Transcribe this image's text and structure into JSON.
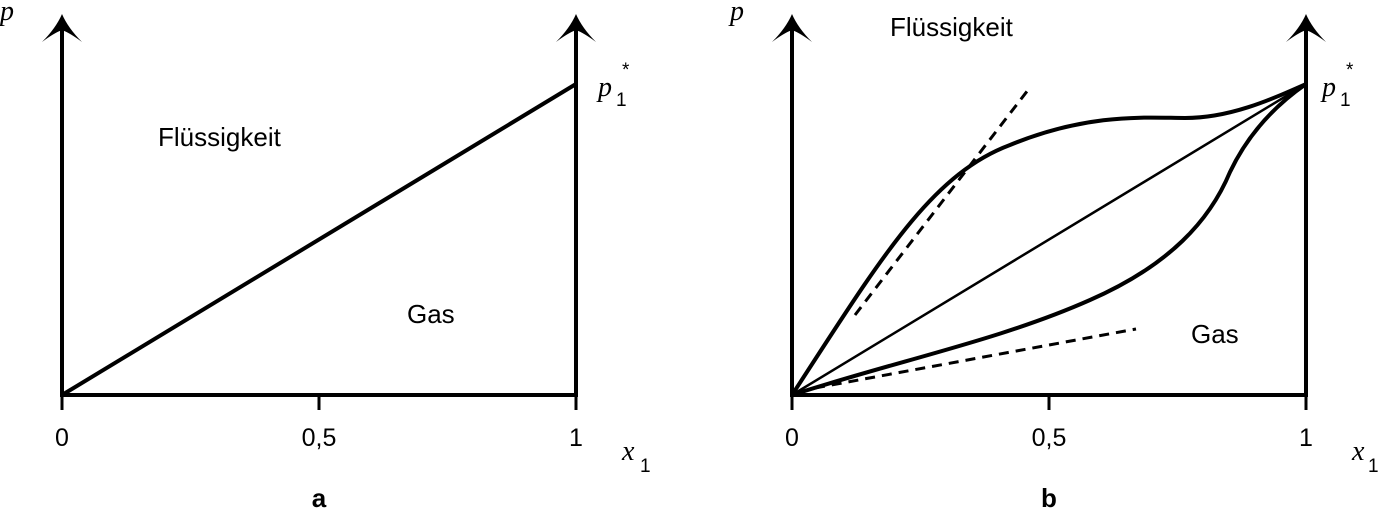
{
  "figure": {
    "panels": [
      {
        "panel_label": "a",
        "y_axis_label": "p",
        "x_axis_label": "x",
        "x_axis_subscript": "1",
        "pure_pressure_label": "p",
        "pure_pressure_subscript": "1",
        "pure_pressure_superscript": "*",
        "region_liquid": "Flüssigkeit",
        "region_gas": "Gas",
        "x_ticks": [
          "0",
          "0,5",
          "1"
        ]
      },
      {
        "panel_label": "b",
        "y_axis_label": "p",
        "x_axis_label": "x",
        "x_axis_subscript": "1",
        "pure_pressure_label": "p",
        "pure_pressure_subscript": "1",
        "pure_pressure_superscript": "*",
        "region_liquid": "Flüssigkeit",
        "region_gas": "Gas",
        "x_ticks": [
          "0",
          "0,5",
          "1"
        ]
      }
    ]
  },
  "colors": {
    "stroke": "#000000",
    "background": "#ffffff"
  }
}
